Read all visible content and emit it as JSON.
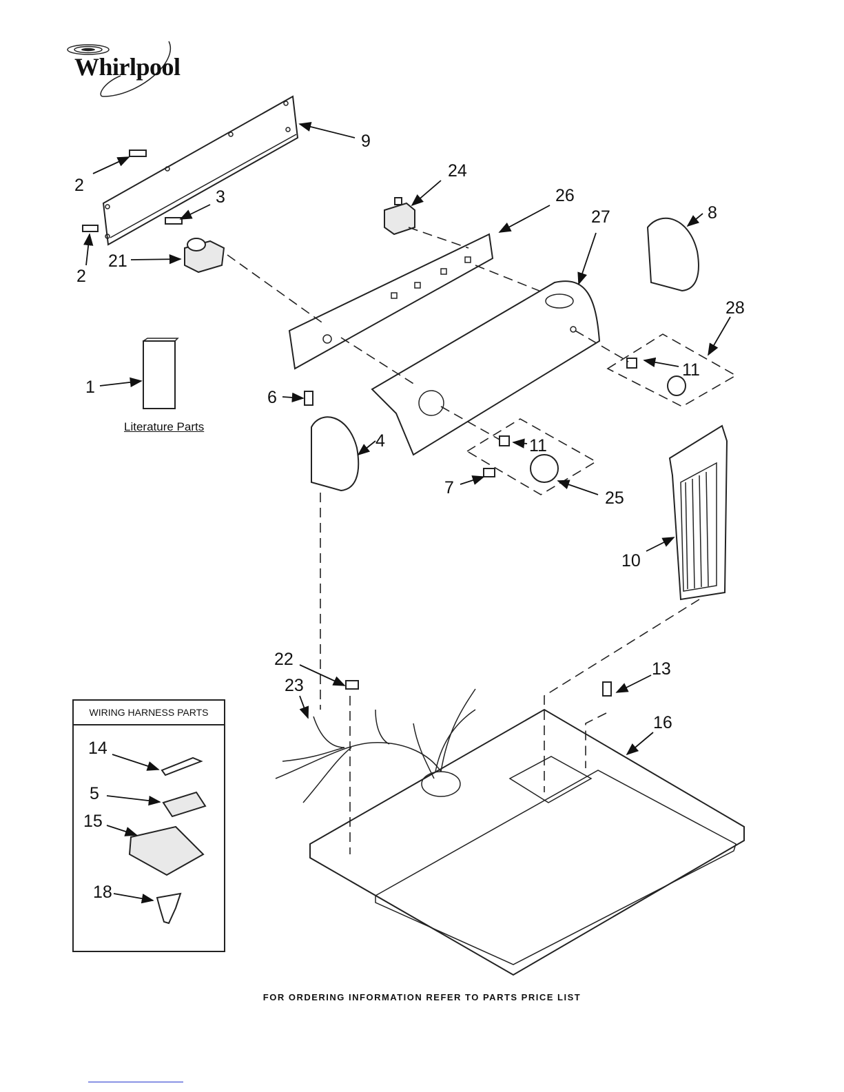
{
  "brand": {
    "logo_text": "Whirlpool"
  },
  "literature_label": "Literature Parts",
  "harness_box": {
    "title": "WIRING HARNESS PARTS"
  },
  "footer_text": "FOR ORDERING INFORMATION REFER TO PARTS PRICE LIST",
  "callouts": {
    "n1": "1",
    "n2a": "2",
    "n2b": "2",
    "n3": "3",
    "n4": "4",
    "n5": "5",
    "n6": "6",
    "n7": "7",
    "n8": "8",
    "n9": "9",
    "n10": "10",
    "n11a": "11",
    "n11b": "11",
    "n13": "13",
    "n14": "14",
    "n15": "15",
    "n16": "16",
    "n18": "18",
    "n21": "21",
    "n22": "22",
    "n23": "23",
    "n24": "24",
    "n25": "25",
    "n26": "26",
    "n27": "27",
    "n28": "28"
  }
}
